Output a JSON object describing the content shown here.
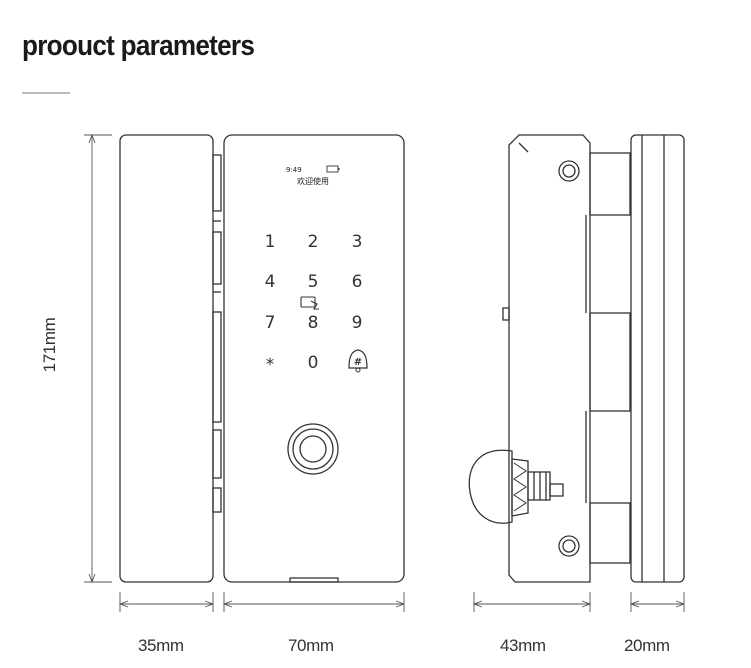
{
  "title": "proouct parameters",
  "colors": {
    "line": "#333333",
    "dim_line": "#555555",
    "rule": "#bdbdbd"
  },
  "screen": {
    "time": "9:49",
    "text": "欢迎使用",
    "battery_icon": "battery-icon"
  },
  "keypad": {
    "keys": [
      "1",
      "2",
      "3",
      "4",
      "5",
      "6",
      "7",
      "8",
      "9",
      "*",
      "0",
      "#"
    ],
    "card_icon": "card-reader-icon",
    "bell_icon": "doorbell-icon"
  },
  "dimensions": {
    "height": "171mm",
    "width_handle": "35mm",
    "width_front": "70mm",
    "depth_side": "43mm",
    "depth_back": "20mm"
  }
}
